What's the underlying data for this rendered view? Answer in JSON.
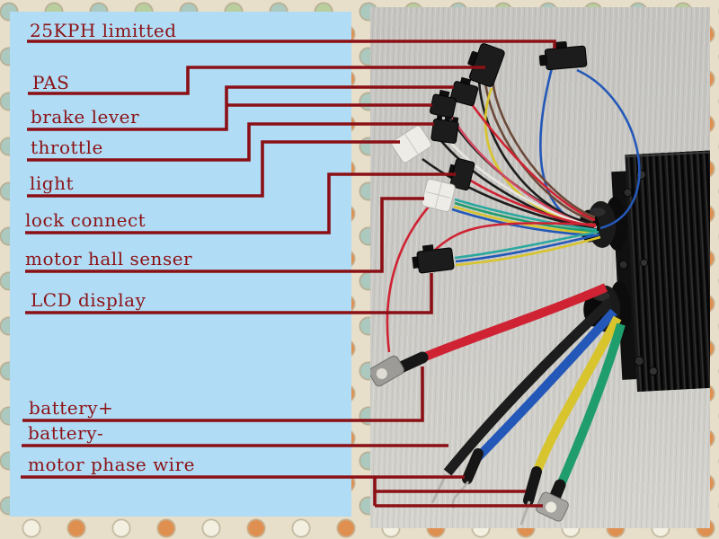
{
  "panel": {
    "labels": [
      {
        "id": "speed-limit",
        "text": "25KPH limitted"
      },
      {
        "id": "pas",
        "text": "PAS"
      },
      {
        "id": "brake-lever",
        "text": "brake lever"
      },
      {
        "id": "throttle",
        "text": "throttle"
      },
      {
        "id": "light",
        "text": "light"
      },
      {
        "id": "lock-connect",
        "text": "lock connect"
      },
      {
        "id": "motor-hall-senser",
        "text": "motor hall senser"
      },
      {
        "id": "lcd-display",
        "text": "LCD display"
      },
      {
        "id": "battery-positive",
        "text": "battery+"
      },
      {
        "id": "battery-negative",
        "text": "battery-"
      },
      {
        "id": "motor-phase-wire",
        "text": "motor phase wire"
      }
    ]
  },
  "connector_icons": [
    "speed-limit-jumper-connector",
    "pas-connector",
    "brake-lever-connector-1",
    "brake-lever-connector-2",
    "throttle-connector",
    "light-connector-white",
    "lock-connector",
    "motor-hall-connector-white",
    "lcd-display-connector",
    "battery-positive-ring-terminal",
    "battery-negative-bare-pin",
    "phase-blue-terminal",
    "phase-yellow-terminal",
    "phase-green-ring-terminal"
  ],
  "colors": {
    "annotation": "#8b1016",
    "label_text": "#8c1216",
    "panel_bg": "#b0dcf5",
    "controller": "#181818",
    "wire_red": "#cf2333",
    "wire_pink": "#d44a62",
    "wire_black": "#1d1d1d",
    "wire_blue": "#2458b8",
    "wire_yellow": "#d8c42c",
    "wire_green": "#1f9d6d",
    "wire_teal": "#2ba8a0",
    "wire_white": "#e8e6e0",
    "wire_brown": "#6b4a3a"
  }
}
